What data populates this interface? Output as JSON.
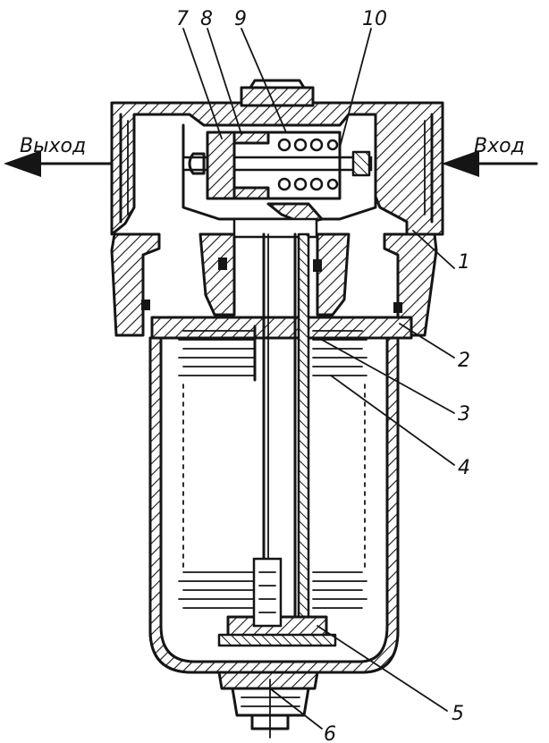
{
  "labels": {
    "outlet": "Выход",
    "inlet": "Вход",
    "parts": [
      "1",
      "2",
      "3",
      "4",
      "5",
      "6",
      "7",
      "8",
      "9",
      "10"
    ]
  },
  "colors": {
    "ink": "#151515",
    "paper": "#ffffff"
  }
}
